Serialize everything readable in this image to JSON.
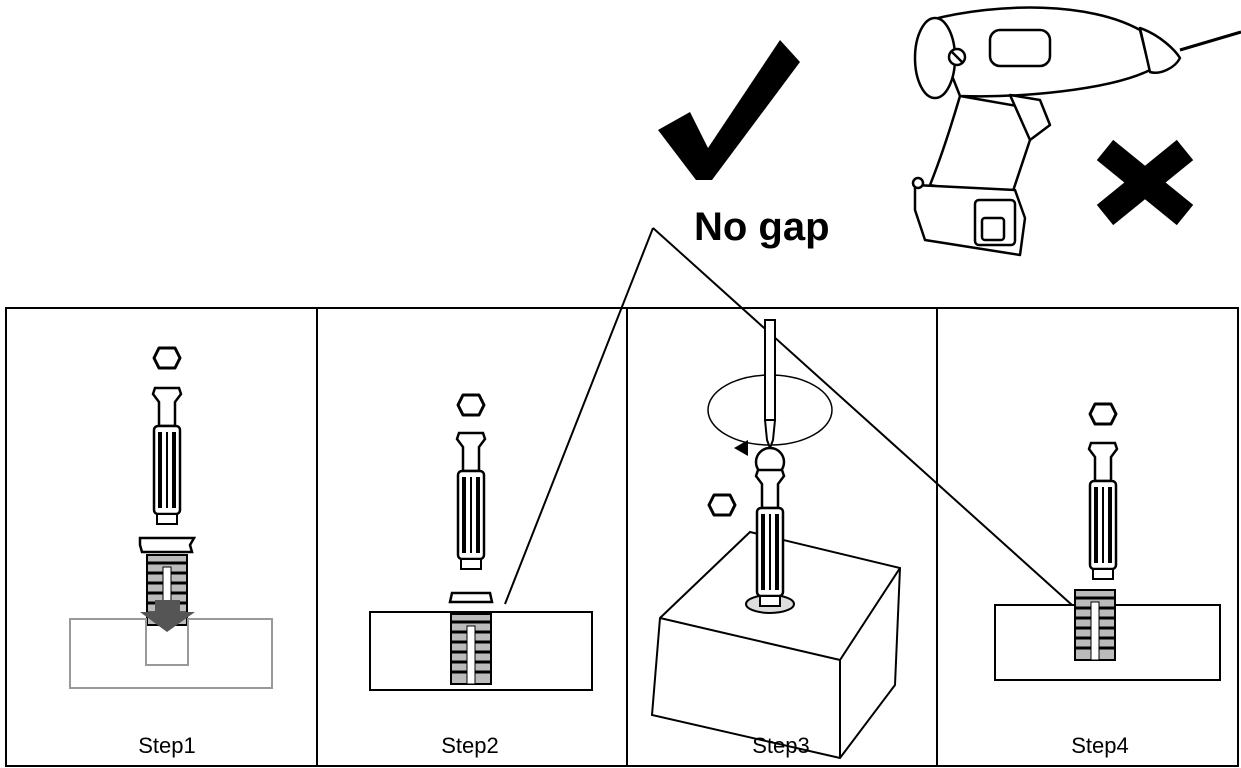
{
  "callout": {
    "text": "No gap",
    "check_icon": "check-icon",
    "cross_icon": "cross-icon"
  },
  "tool_icon": "cordless-drill-icon",
  "steps": [
    {
      "label": "Step1",
      "icon": "connector-insert-arrow-icon"
    },
    {
      "label": "Step2",
      "icon": "connector-seated-icon"
    },
    {
      "label": "Step3",
      "icon": "screwdriver-rotate-icon"
    },
    {
      "label": "Step4",
      "icon": "connector-flush-icon"
    }
  ],
  "colors": {
    "ink": "#000000",
    "arrow": "#555555",
    "panel_border": "#000000"
  }
}
